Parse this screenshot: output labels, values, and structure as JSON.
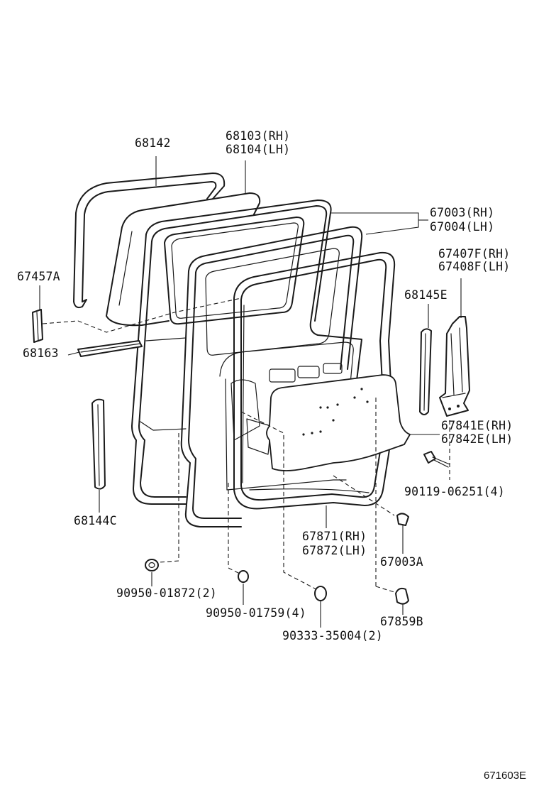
{
  "labels": {
    "p68142": "68142",
    "p68103": "68103(RH)",
    "p68104": "68104(LH)",
    "p67003": "67003(RH)",
    "p67004": "67004(LH)",
    "p67457A": "67457A",
    "p67407F": "67407F(RH)",
    "p67408F": "67408F(LH)",
    "p68145E": "68145E",
    "p68163": "68163",
    "p67841E": "67841E(RH)",
    "p67842E": "67842E(LH)",
    "p90119": "90119-06251(4)",
    "p68144C": "68144C",
    "p67871": "67871(RH)",
    "p67872": "67872(LH)",
    "p67003A": "67003A",
    "p90950a": "90950-01872(2)",
    "p90950b": "90950-01759(4)",
    "p90333": "90333-35004(2)",
    "p67859B": "67859B"
  },
  "figure_number": "671603E"
}
